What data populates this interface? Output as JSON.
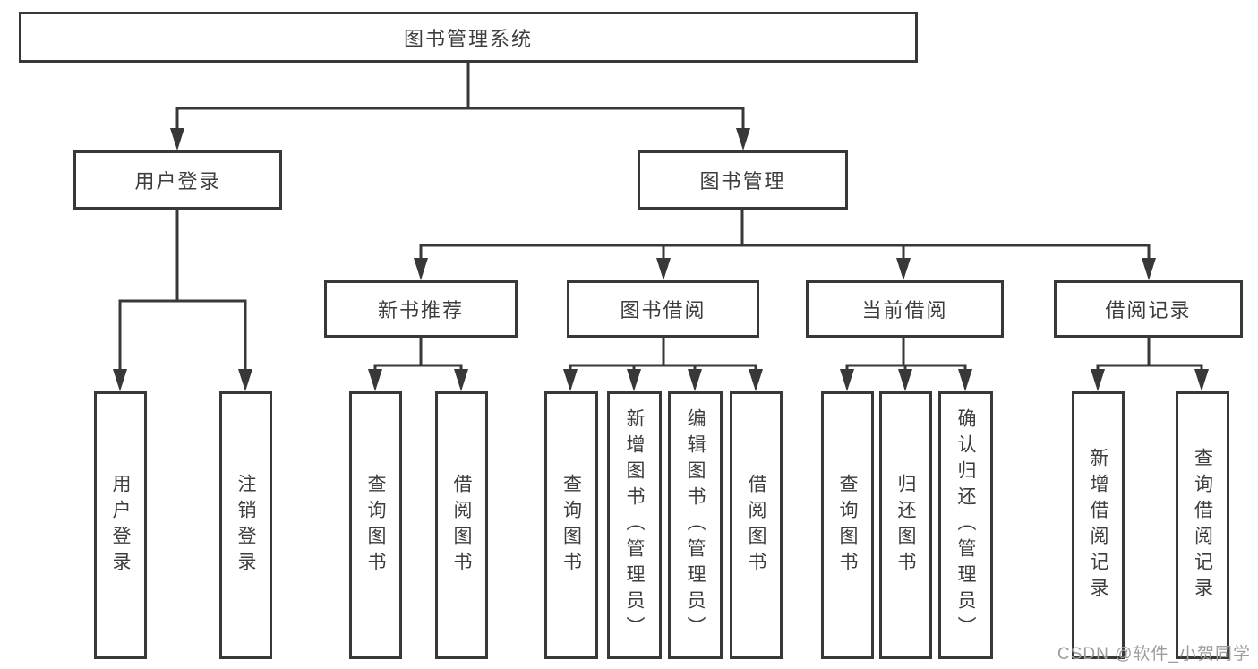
{
  "colors": {
    "line": "#383838",
    "box_border": "#383838",
    "box_fill": "#ffffff",
    "text": "#3d3d3d",
    "watermark": "#9c9c9c",
    "background": "#ffffff"
  },
  "diagram": {
    "root": {
      "label": "图书管理系统"
    },
    "level2": [
      {
        "label": "用户登录"
      },
      {
        "label": "图书管理"
      }
    ],
    "level3": [
      {
        "label": "新书推荐"
      },
      {
        "label": "图书借阅"
      },
      {
        "label": "当前借阅"
      },
      {
        "label": "借阅记录"
      }
    ],
    "leaves": {
      "user_login": [
        "用户登录",
        "注销登录"
      ],
      "new_book_rec": [
        "查询图书",
        "借阅图书"
      ],
      "book_borrow": [
        "查询图书",
        "新增图书（管理员）",
        "编辑图书（管理员）",
        "借阅图书"
      ],
      "current_borrow": [
        "查询图书",
        "归还图书",
        "确认归还（管理员）"
      ],
      "borrow_record": [
        "新增借阅记录",
        "查询借阅记录"
      ]
    }
  },
  "watermark": {
    "text": "CSDN @软件_小贺同学"
  }
}
